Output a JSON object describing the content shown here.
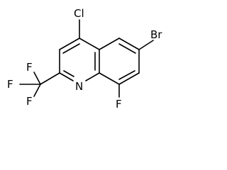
{
  "molecule": {
    "atoms": [
      {
        "id": "cl",
        "label": "Cl"
      },
      {
        "id": "br",
        "label": "Br"
      },
      {
        "id": "n",
        "label": "N"
      },
      {
        "id": "f8",
        "label": "F"
      },
      {
        "id": "f_top",
        "label": "F"
      },
      {
        "id": "f_left",
        "label": "F"
      },
      {
        "id": "f_bottom",
        "label": "F"
      }
    ]
  }
}
